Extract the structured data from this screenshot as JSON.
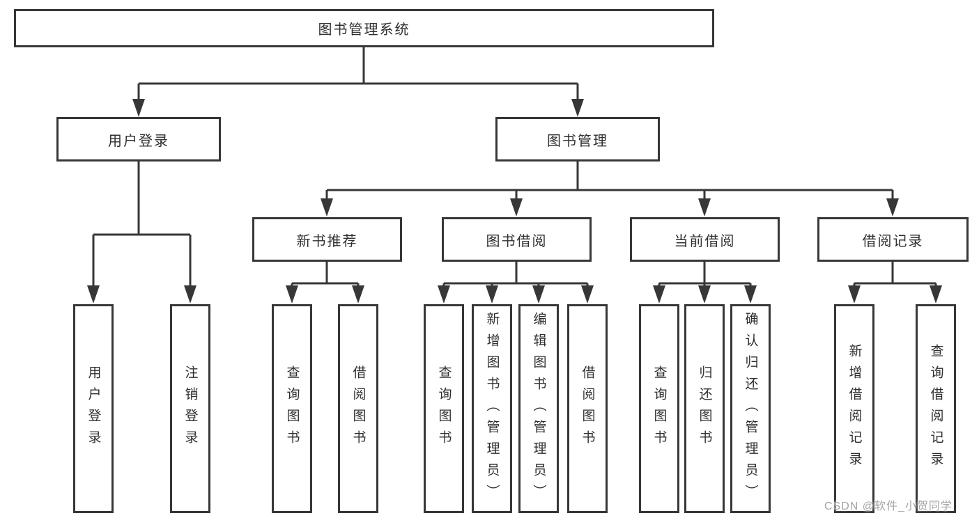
{
  "tree": {
    "label": "图书管理系统",
    "children": [
      {
        "label": "用户登录",
        "children": [
          {
            "label": "用户登录"
          },
          {
            "label": "注销登录"
          }
        ]
      },
      {
        "label": "图书管理",
        "children": [
          {
            "label": "新书推荐",
            "children": [
              {
                "label": "查询图书"
              },
              {
                "label": "借阅图书"
              }
            ]
          },
          {
            "label": "图书借阅",
            "children": [
              {
                "label": "查询图书"
              },
              {
                "label": "新增图书（管理员）"
              },
              {
                "label": "编辑图书（管理员）"
              },
              {
                "label": "借阅图书"
              }
            ]
          },
          {
            "label": "当前借阅",
            "children": [
              {
                "label": "查询图书"
              },
              {
                "label": "归还图书"
              },
              {
                "label": "确认归还（管理员）"
              }
            ]
          },
          {
            "label": "借阅记录",
            "children": [
              {
                "label": "新增借阅记录"
              },
              {
                "label": "查询借阅记录"
              }
            ]
          }
        ]
      }
    ]
  },
  "watermark": "CSDN @软件_小贺同学",
  "colors": {
    "line": "#373737",
    "box_border": "#373737",
    "box_fill": "#ffffff",
    "text": "#2f2f2f",
    "watermark": "#a5a5a5",
    "background": "#ffffff"
  }
}
